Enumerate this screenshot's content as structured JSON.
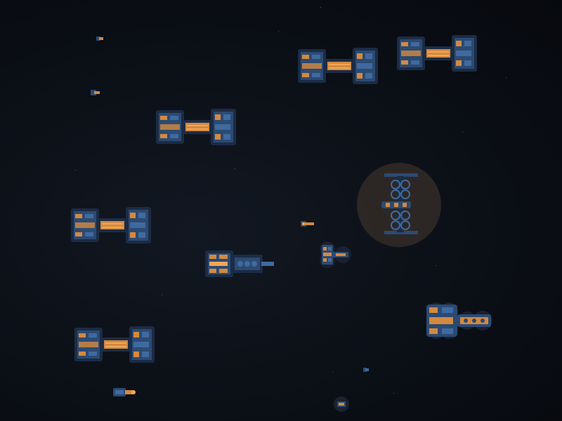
{
  "scene": {
    "title": "",
    "colors": {
      "background": "#0a0e15",
      "hull_blue": "#2c4a72",
      "hull_dark": "#1b2c45",
      "hull_light": "#3f6aa0",
      "accent_orange": "#d4893f",
      "accent_bright": "#f0a85a",
      "shield": "#3a302a"
    },
    "fleet": [
      {
        "id": "cruiser-1",
        "class": "twin-pod-cruiser"
      },
      {
        "id": "cruiser-2",
        "class": "twin-pod-cruiser"
      },
      {
        "id": "cruiser-3",
        "class": "twin-pod-cruiser"
      },
      {
        "id": "cruiser-4",
        "class": "twin-pod-cruiser"
      },
      {
        "id": "cruiser-5",
        "class": "twin-pod-cruiser"
      },
      {
        "id": "frigate-1",
        "class": "spine-frigate"
      },
      {
        "id": "station-1",
        "class": "i-beam-station",
        "shielded": true
      },
      {
        "id": "carrier-1",
        "class": "shielded-carrier",
        "shielded": true
      },
      {
        "id": "fighter-1",
        "class": "fighter"
      },
      {
        "id": "fighter-2",
        "class": "fighter"
      },
      {
        "id": "fighter-3",
        "class": "fighter"
      },
      {
        "id": "fighter-4",
        "class": "fighter"
      },
      {
        "id": "fighter-5",
        "class": "fighter",
        "shielded": true
      },
      {
        "id": "drone-1",
        "class": "drone"
      },
      {
        "id": "drone-2",
        "class": "drone"
      },
      {
        "id": "drone-3",
        "class": "drone"
      },
      {
        "id": "pod-1",
        "class": "shielded-pod",
        "shielded": true
      }
    ]
  }
}
